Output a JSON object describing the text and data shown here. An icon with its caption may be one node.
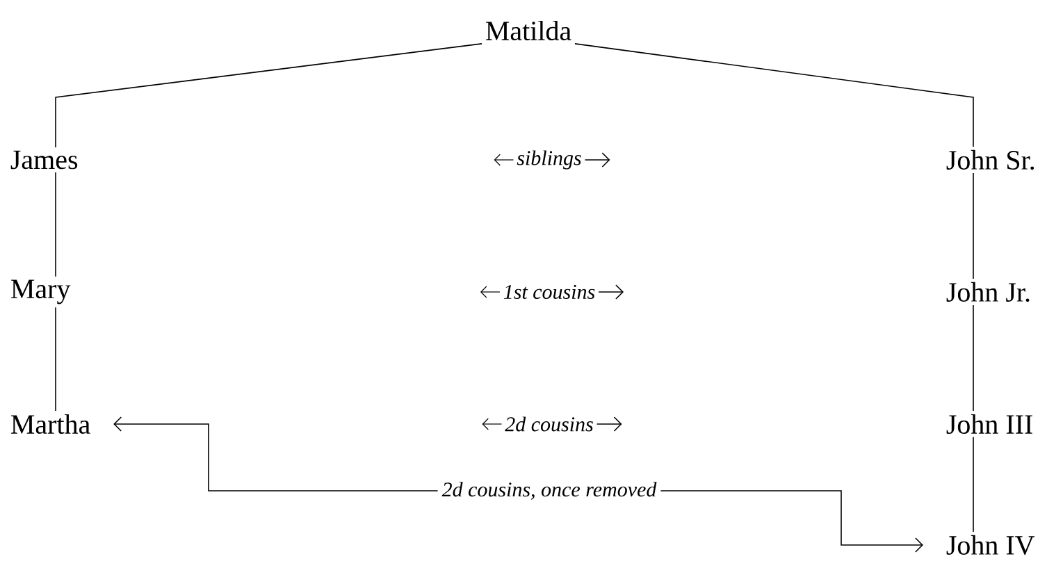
{
  "diagram": {
    "nodes": [
      {
        "text": [
          "Matilda"
        ]
      },
      {
        "text": [
          "James"
        ]
      },
      {
        "text": [
          "Mary"
        ]
      },
      {
        "text": [
          "Martha"
        ]
      },
      {
        "text": [
          "John Sr."
        ]
      },
      {
        "text": [
          "John Jr."
        ]
      },
      {
        "text": [
          "John III"
        ]
      },
      {
        "text": [
          "John IV"
        ]
      }
    ],
    "edges": [
      {
        "from": 0,
        "to": 1,
        "arrow": "none"
      },
      {
        "from": 0,
        "to": 4,
        "arrow": "none"
      },
      {
        "from": 1,
        "to": 2,
        "arrow": "none"
      },
      {
        "from": 2,
        "to": 3,
        "arrow": "none"
      },
      {
        "from": 4,
        "to": 5,
        "arrow": "none"
      },
      {
        "from": 5,
        "to": 6,
        "arrow": "none"
      },
      {
        "from": 6,
        "to": 7,
        "arrow": "none"
      },
      {
        "from": 3,
        "to": 7,
        "arrow": "both",
        "label": "2d cousins, once removed"
      }
    ],
    "labels": [
      "siblings",
      "1st cousins",
      "2d cousins"
    ]
  }
}
